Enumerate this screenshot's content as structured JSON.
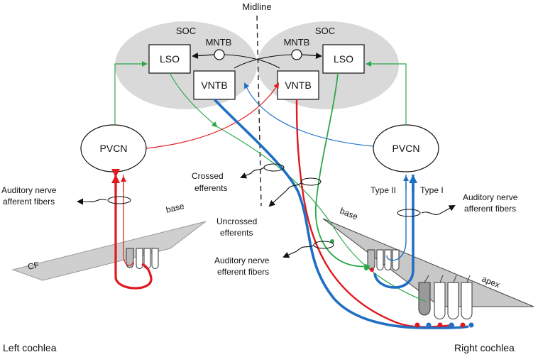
{
  "labels": {
    "midline": "Midline",
    "soc_left": "SOC",
    "soc_right": "SOC",
    "mntb_left": "MNTB",
    "mntb_right": "MNTB",
    "lso_left": "LSO",
    "lso_right": "LSO",
    "vntb_left": "VNTB",
    "vntb_right": "VNTB",
    "pvcn_left": "PVCN",
    "pvcn_right": "PVCN",
    "crossed_1": "Crossed",
    "crossed_2": "efferents",
    "uncrossed_1": "Uncrossed",
    "uncrossed_2": "efferents",
    "an_afferent_left_1": "Auditory nerve",
    "an_afferent_left_2": "afferent fibers",
    "an_afferent_right_1": "Auditory nerve",
    "an_afferent_right_2": "afferent fibers",
    "an_efferent_1": "Auditory nerve",
    "an_efferent_2": "efferent fibers",
    "type_ii": "Type II",
    "type_i": "Type I",
    "base_left": "base",
    "base_right": "base",
    "cf": "CF",
    "apex": "apex",
    "left_cochlea": "Left cochlea",
    "right_cochlea": "Right cochlea"
  },
  "colors": {
    "green": "#2ca84a",
    "red": "#e0191f",
    "blue": "#1f6fc4",
    "soc_fill": "#d9d9d9",
    "cochlea_fill": "#c8c8c8"
  }
}
